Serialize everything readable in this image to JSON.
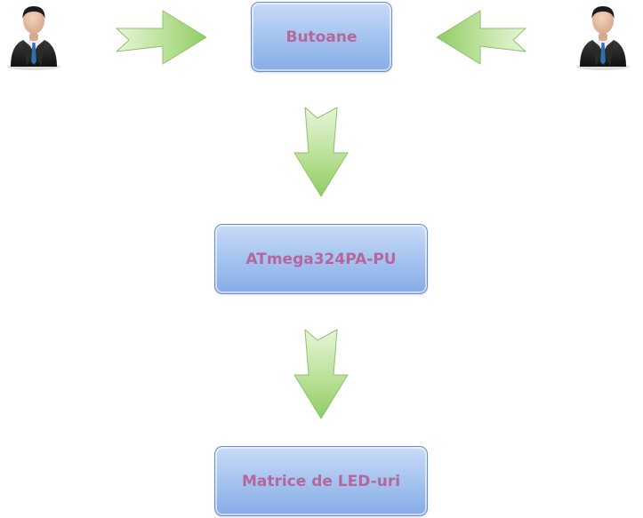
{
  "diagram": {
    "nodes": [
      {
        "id": "butoane",
        "label": "Butoane"
      },
      {
        "id": "atmega",
        "label": "ATmega324PA-PU"
      },
      {
        "id": "matrice",
        "label": "Matrice de LED-uri"
      }
    ],
    "users": [
      {
        "id": "user-left",
        "icon": "businessman-icon"
      },
      {
        "id": "user-right",
        "icon": "businessman-icon"
      }
    ],
    "edges": [
      {
        "from": "user-left",
        "to": "butoane"
      },
      {
        "from": "user-right",
        "to": "butoane"
      },
      {
        "from": "butoane",
        "to": "atmega"
      },
      {
        "from": "atmega",
        "to": "matrice"
      }
    ],
    "colors": {
      "box_fill": "#a9c6f0",
      "box_border": "#6d8fc9",
      "label_text": "#b5679c",
      "arrow_fill": "#b3dc8f",
      "arrow_border": "#8fc06a"
    }
  }
}
